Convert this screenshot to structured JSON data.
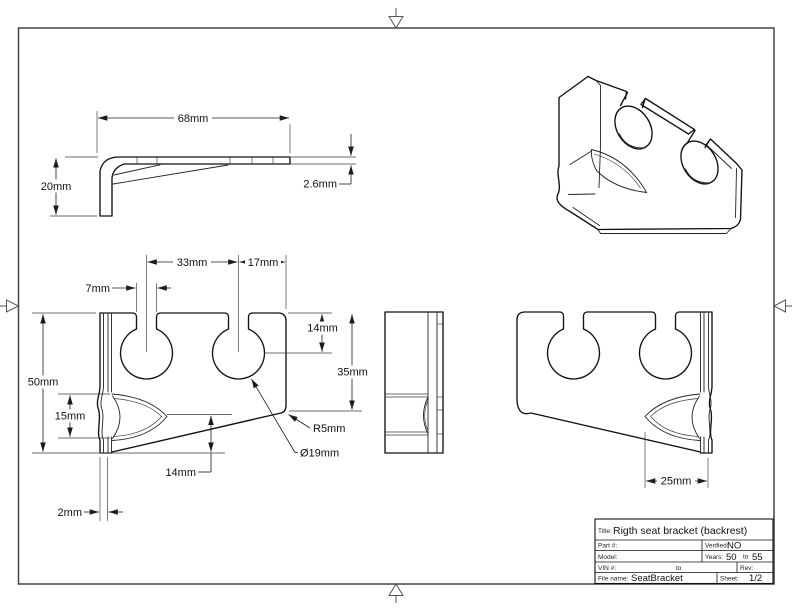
{
  "colors": {
    "ink": "#111111",
    "frame": "#444444"
  },
  "dims": {
    "d68": "68mm",
    "d20": "20mm",
    "d26": "2.6mm",
    "d33": "33mm",
    "d17": "17mm",
    "d7": "7mm",
    "d50": "50mm",
    "d15": "15mm",
    "d14_top": "14mm",
    "d35": "35mm",
    "r5": "R5mm",
    "dia19": "Ø19mm",
    "d14_bottom": "14mm",
    "d2": "2mm",
    "d25": "25mm"
  },
  "title_block": {
    "title_label": "Title:",
    "title": "Rigth seat bracket (backrest)",
    "part_label": "Part #:",
    "verified_label": "Verified:",
    "verified": "NO",
    "model_label": "Model:",
    "years_label": "Years:",
    "years_from": "50",
    "years_mid": "to",
    "years_to": "55",
    "vin_label": "VIN #:",
    "vin_mid": "to",
    "rev_label": "Rev:",
    "file_label": "File name:",
    "file_name": "SeatBracket",
    "sheet_label": "Sheet:",
    "sheet": "1/2"
  }
}
